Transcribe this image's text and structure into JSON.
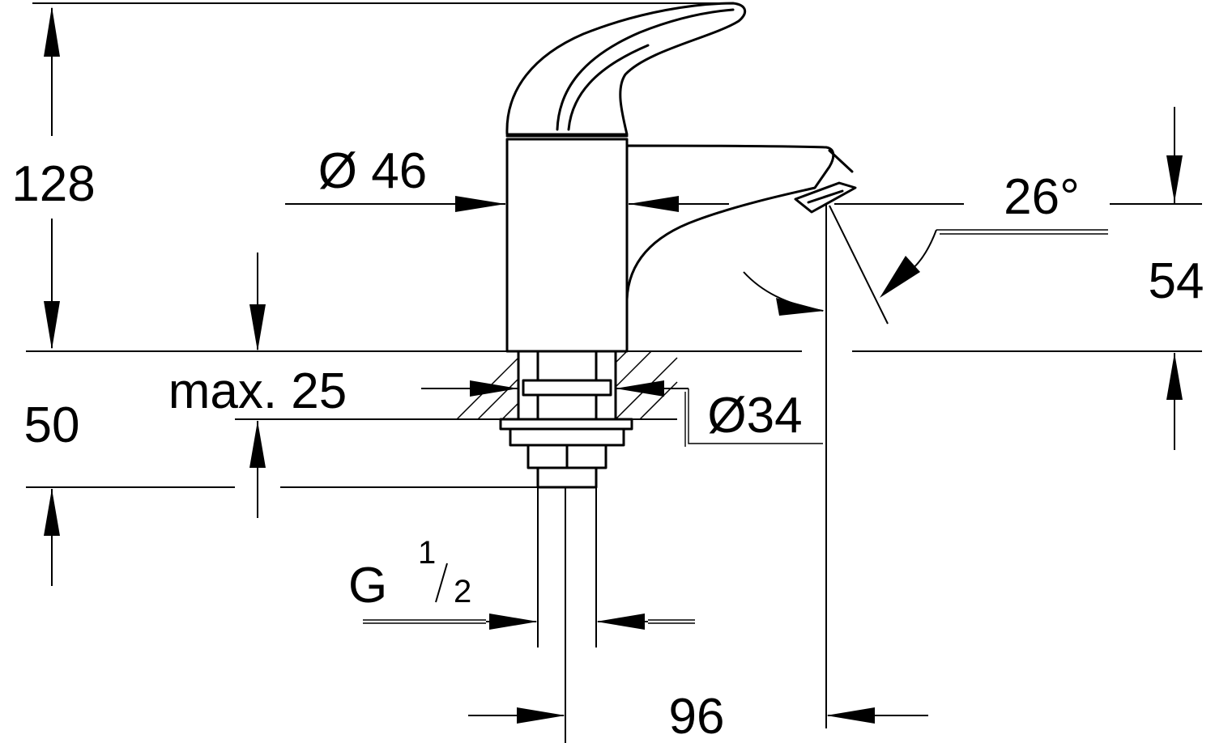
{
  "dimensions": {
    "overall_height": "128",
    "body_diameter": "Ø 46",
    "spout_angle": "26°",
    "spout_height": "54",
    "max_thickness": "max. 25",
    "hole_diameter": "Ø34",
    "base_height": "50",
    "connection_main": "G",
    "connection_num": "1",
    "connection_den": "2",
    "spout_projection": "96"
  }
}
